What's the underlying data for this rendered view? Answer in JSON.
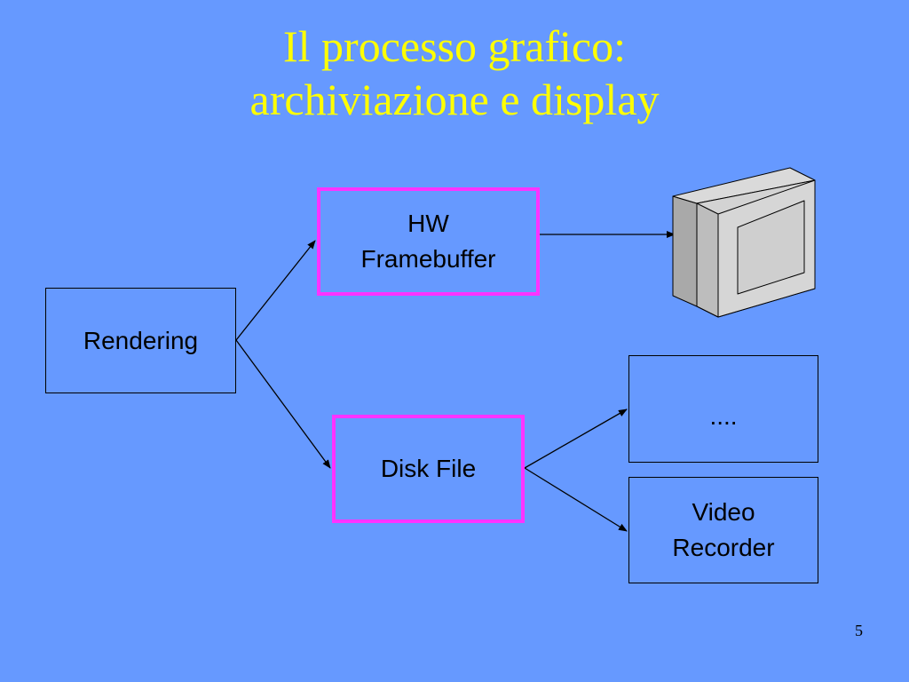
{
  "slide": {
    "title_line1": "Il processo grafico:",
    "title_line2": "archiviazione e display",
    "page_number": "5"
  },
  "diagram": {
    "nodes": {
      "rendering": "Rendering",
      "framebuffer": "HW\nFramebuffer",
      "disk_file": "Disk File",
      "dots": "....",
      "video_recorder": "Video\nRecorder"
    },
    "icons": {
      "display": "monitor-icon"
    },
    "colors": {
      "background": "#6699FF",
      "title": "#FFFF00",
      "highlight_border": "#FF33FF"
    }
  }
}
